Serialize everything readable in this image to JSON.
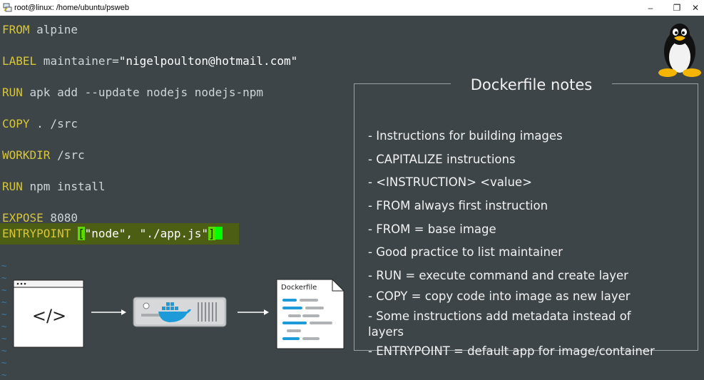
{
  "window": {
    "title": "root@linux: /home/ubuntu/psweb",
    "minimize": "–",
    "maximize": "❐",
    "close": "✕"
  },
  "dockerfile": [
    {
      "keyword": "FROM",
      "args": " alpine"
    },
    {
      "keyword": "LABEL",
      "args": " maintainer=",
      "string": "\"nigelpoulton@hotmail.com\""
    },
    {
      "keyword": "RUN",
      "args": " apk add --update nodejs nodejs-npm"
    },
    {
      "keyword": "COPY",
      "args": " . /src"
    },
    {
      "keyword": "WORKDIR",
      "args": " /src"
    },
    {
      "keyword": "RUN",
      "args": " npm install"
    },
    {
      "keyword": "EXPOSE",
      "args": " 8080"
    }
  ],
  "entrypoint": {
    "keyword": "ENTRYPOINT",
    "open": "[",
    "value": "\"node\", \"./app.js\"",
    "close": "]"
  },
  "tilde": "~",
  "diagram": {
    "code_symbol": "</>",
    "file_label": "Dockerfile"
  },
  "notes": {
    "title": "Dockerfile notes",
    "items": [
      "- Instructions for building images",
      "- CAPITALIZE instructions",
      "- <INSTRUCTION> <value>",
      "- FROM always first instruction",
      "- FROM = base image",
      "- Good practice to list maintainer",
      "- RUN = execute command and create layer",
      "- COPY = copy code into image as new layer",
      "- Some instructions add metadata instead of",
      "layers",
      "- ENTRYPOINT = default app for image/container"
    ]
  },
  "colors": {
    "background": "#3d4549",
    "keyword": "#d7c639",
    "docker_blue": "#1d9bd8",
    "cursor": "#00ff00"
  }
}
